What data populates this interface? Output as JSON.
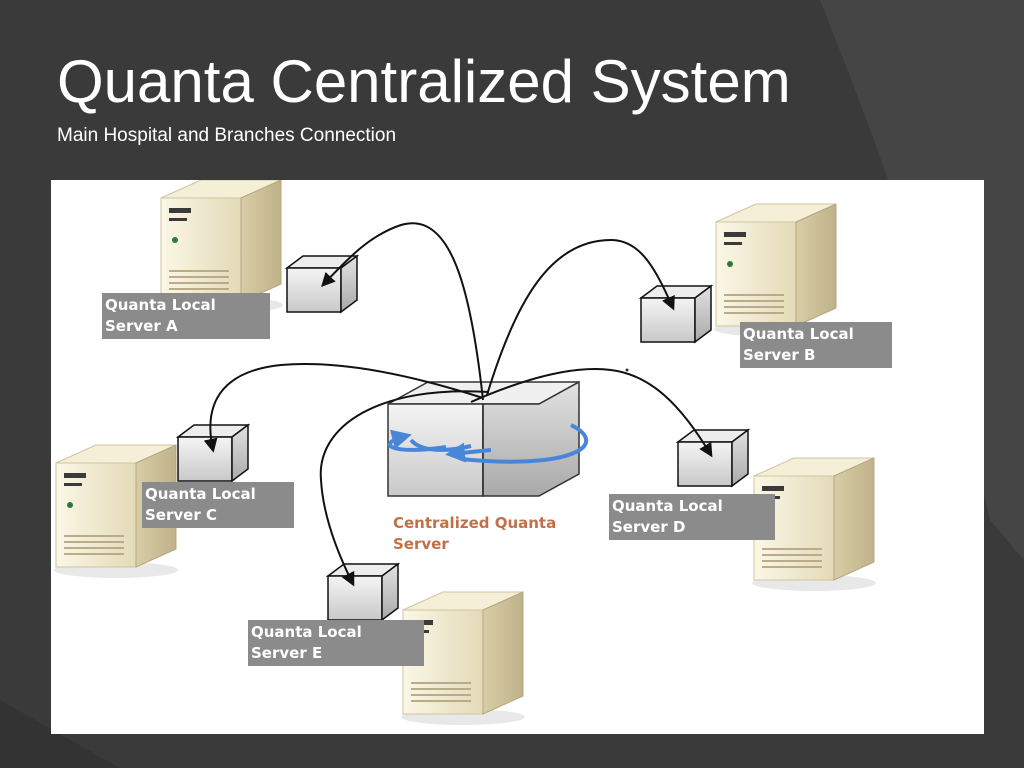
{
  "slide": {
    "title": "Quanta Centralized System",
    "subtitle": "Main Hospital and Branches Connection"
  },
  "diagram": {
    "central_server": {
      "label_line1": "Centralized Quanta",
      "label_line2": "Server",
      "label_color": "#c0714a",
      "sync_arrow_color": "#4a86d8"
    },
    "local_servers": [
      {
        "id": "a",
        "line1": "Quanta Local",
        "line2": "Server A"
      },
      {
        "id": "b",
        "line1": "Quanta Local",
        "line2": "Server B"
      },
      {
        "id": "c",
        "line1": "Quanta Local",
        "line2": "Server C"
      },
      {
        "id": "d",
        "line1": "Quanta Local",
        "line2": "Server D"
      },
      {
        "id": "e",
        "line1": "Quanta Local",
        "line2": "Server E"
      }
    ],
    "colors": {
      "label_background": "#8b8b8b",
      "label_text": "#ffffff",
      "server_body": "#efe8cf",
      "slide_background": "#3a3a3a"
    }
  }
}
